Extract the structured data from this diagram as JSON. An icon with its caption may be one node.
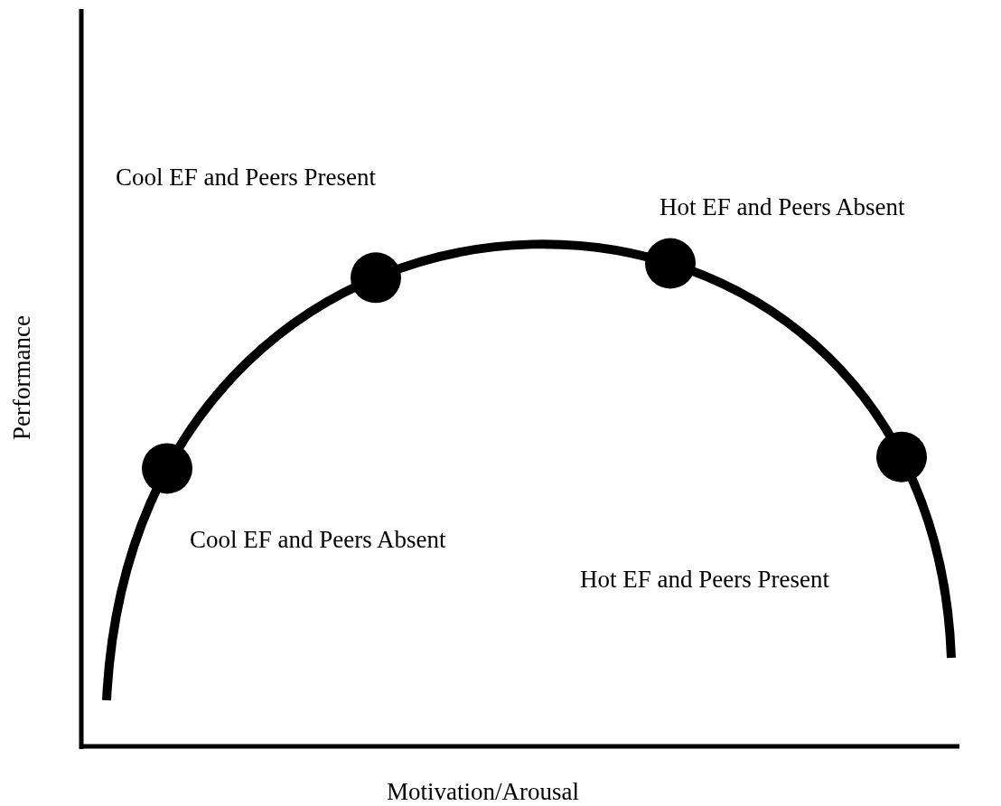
{
  "diagram": {
    "labels": [
      "Cool EF and Peers Present",
      "Hot EF and Peers Absent",
      "Performance",
      "Cool EF and Peers Absent",
      "Hot EF and Peers Present",
      "Motivation/Arousal"
    ]
  }
}
